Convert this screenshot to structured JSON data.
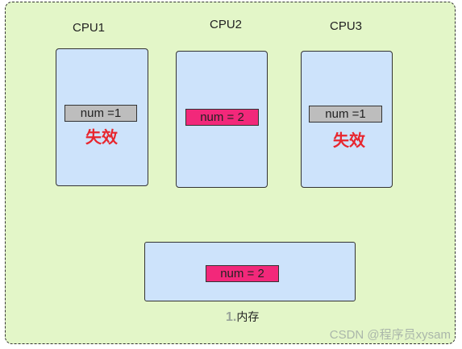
{
  "cpus": [
    {
      "label": "CPU1",
      "var": "num =1",
      "status": "失效"
    },
    {
      "label": "CPU2",
      "var": "num = 2"
    },
    {
      "label": "CPU3",
      "var": "num =1",
      "status": "失效"
    }
  ],
  "memory": {
    "var": "num = 2",
    "prefix": "1.",
    "label": "内存"
  },
  "watermark": "CSDN @程序员xysam",
  "colors": {
    "background": "#e3f6c8",
    "box": "#cde3fb",
    "stale": "#bdbdbd",
    "fresh": "#f2287a",
    "invalid_text": "#e8262e"
  }
}
